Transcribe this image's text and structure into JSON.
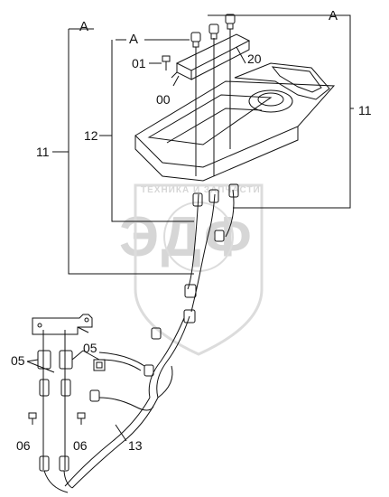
{
  "watermark": {
    "upper": "ТЕХНИКА И ЗАПЧАСТИ",
    "main": "ЭДФ"
  },
  "callouts": {
    "a_top": "A",
    "a_left": "A",
    "a_right": "A",
    "p01": "01",
    "p20": "20",
    "p00": "00",
    "p11_left": "11",
    "p11_right": "11",
    "p12": "12",
    "p05_left": "05",
    "p05_right": "05",
    "p06_left": "06",
    "p06_right": "06",
    "p13": "13"
  },
  "colors": {
    "line": "#111111",
    "watermark": "#d6d6d6",
    "background": "#ffffff"
  }
}
